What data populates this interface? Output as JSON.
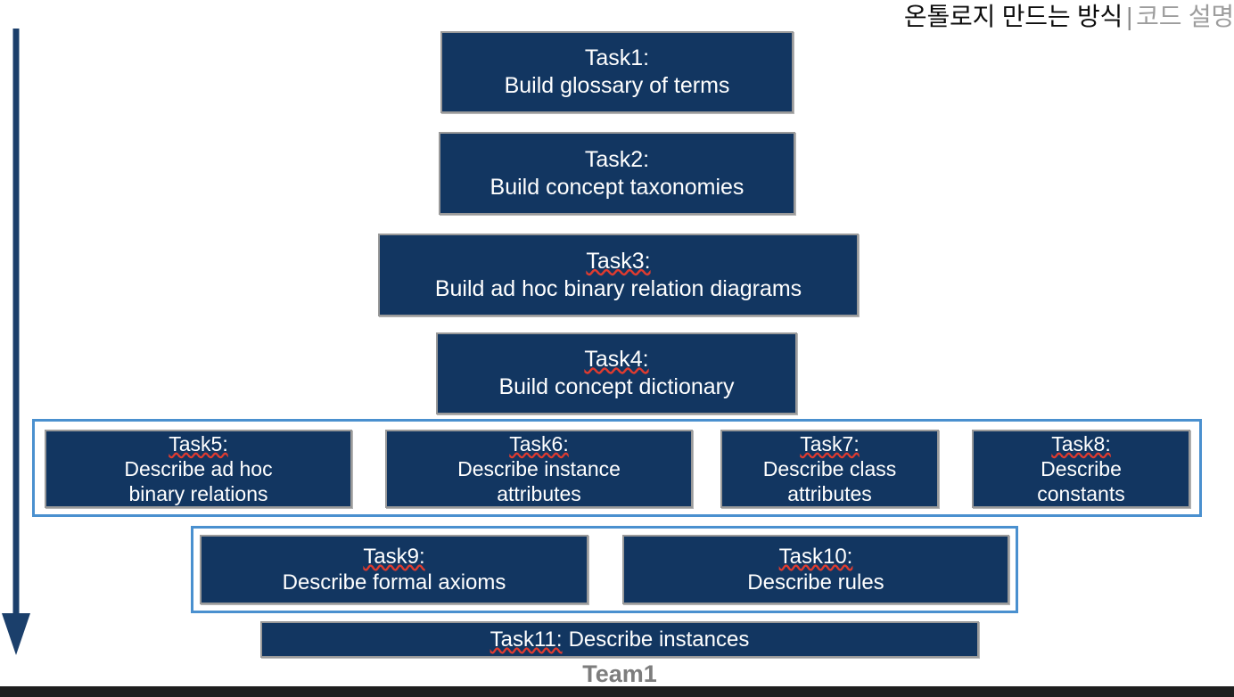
{
  "header": {
    "main": "온톨로지 만드는 방식",
    "separator": "|",
    "sub": "코드 설명"
  },
  "arrow": {
    "name": "downward-process-arrow",
    "color": "#1b3f6b",
    "direction": "down"
  },
  "colors": {
    "box_fill": "#123661",
    "box_border": "#9a9a9a",
    "box_text": "#ffffff",
    "group_outline": "#4a90cf",
    "header_main": "#0d0d0d",
    "header_sub": "#9d9d9d",
    "team_label": "#7d7d7d",
    "spellcheck_squiggle": "#e03b2f",
    "bottom_bar": "#1e1e1e",
    "background": "#ffffff"
  },
  "tasks": [
    {
      "id": "task1",
      "tag": "Task1:",
      "desc": [
        "Build glossary of terms"
      ],
      "misspelled": false
    },
    {
      "id": "task2",
      "tag": "Task2:",
      "desc": [
        "Build concept taxonomies"
      ],
      "misspelled": false
    },
    {
      "id": "task3",
      "tag": "Task3:",
      "desc": [
        "Build ad hoc binary relation diagrams"
      ],
      "misspelled": true
    },
    {
      "id": "task4",
      "tag": "Task4:",
      "desc": [
        "Build concept dictionary"
      ],
      "misspelled": true
    },
    {
      "id": "task5",
      "tag": "Task5:",
      "desc": [
        "Describe ad hoc",
        "binary relations"
      ],
      "misspelled": true
    },
    {
      "id": "task6",
      "tag": "Task6:",
      "desc": [
        "Describe instance",
        "attributes"
      ],
      "misspelled": true
    },
    {
      "id": "task7",
      "tag": "Task7:",
      "desc": [
        "Describe class",
        "attributes"
      ],
      "misspelled": true
    },
    {
      "id": "task8",
      "tag": "Task8:",
      "desc": [
        "Describe",
        "constants"
      ],
      "misspelled": true
    },
    {
      "id": "task9",
      "tag": "Task9:",
      "desc": [
        "Describe formal axioms"
      ],
      "misspelled": true
    },
    {
      "id": "task10",
      "tag": "Task10:",
      "desc": [
        "Describe rules"
      ],
      "misspelled": true
    },
    {
      "id": "task11",
      "tag": "Task11:",
      "desc": [
        "Describe instances"
      ],
      "misspelled": true,
      "inline": true
    }
  ],
  "groups": [
    {
      "id": "group-attributes",
      "label": ""
    },
    {
      "id": "group-axioms-rules",
      "label": ""
    }
  ],
  "team": {
    "label": "Team1"
  }
}
